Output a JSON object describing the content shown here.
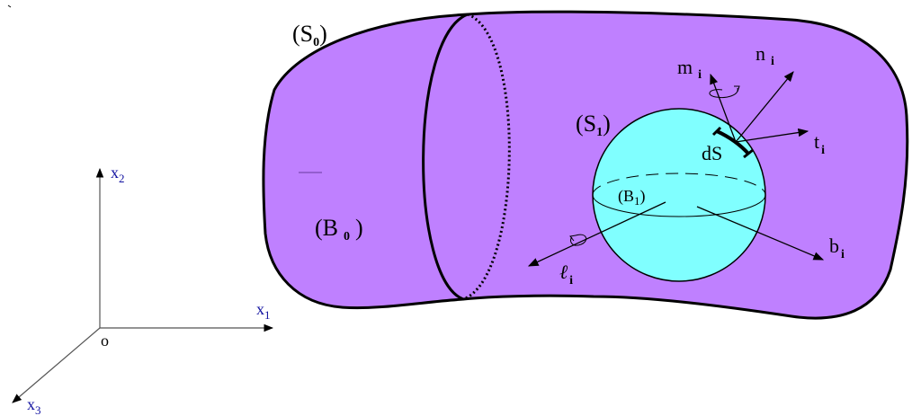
{
  "colors": {
    "body": "#bf80ff",
    "inner_body": "#80ffff",
    "outline": "#000000",
    "axis_label": "#1010a0",
    "background": "#ffffff"
  },
  "labels": {
    "s0": {
      "main": "(S",
      "sub": "0",
      "close": ")"
    },
    "s1": {
      "main": "(S",
      "sub": "1",
      "close": ")"
    },
    "b0": {
      "main": "(B",
      "sub": "0",
      "close": ")"
    },
    "b1": {
      "main": "(B",
      "sub": "1",
      "close": ")"
    },
    "ds": "dS",
    "m": {
      "main": "m",
      "sub": "i"
    },
    "n": {
      "main": "n",
      "sub": "i"
    },
    "t": {
      "main": "t",
      "sub": "i"
    },
    "b": {
      "main": "b",
      "sub": "i"
    },
    "l": {
      "main": "ℓ",
      "sub": "i"
    }
  },
  "axes": {
    "origin": "o",
    "x1": {
      "main": "x",
      "sub": "1"
    },
    "x2": {
      "main": "x",
      "sub": "2"
    },
    "x3": {
      "main": "x",
      "sub": "3"
    }
  },
  "icons": {
    "rotation_m": "circular-arrow-icon",
    "rotation_l": "circular-arrow-icon"
  }
}
